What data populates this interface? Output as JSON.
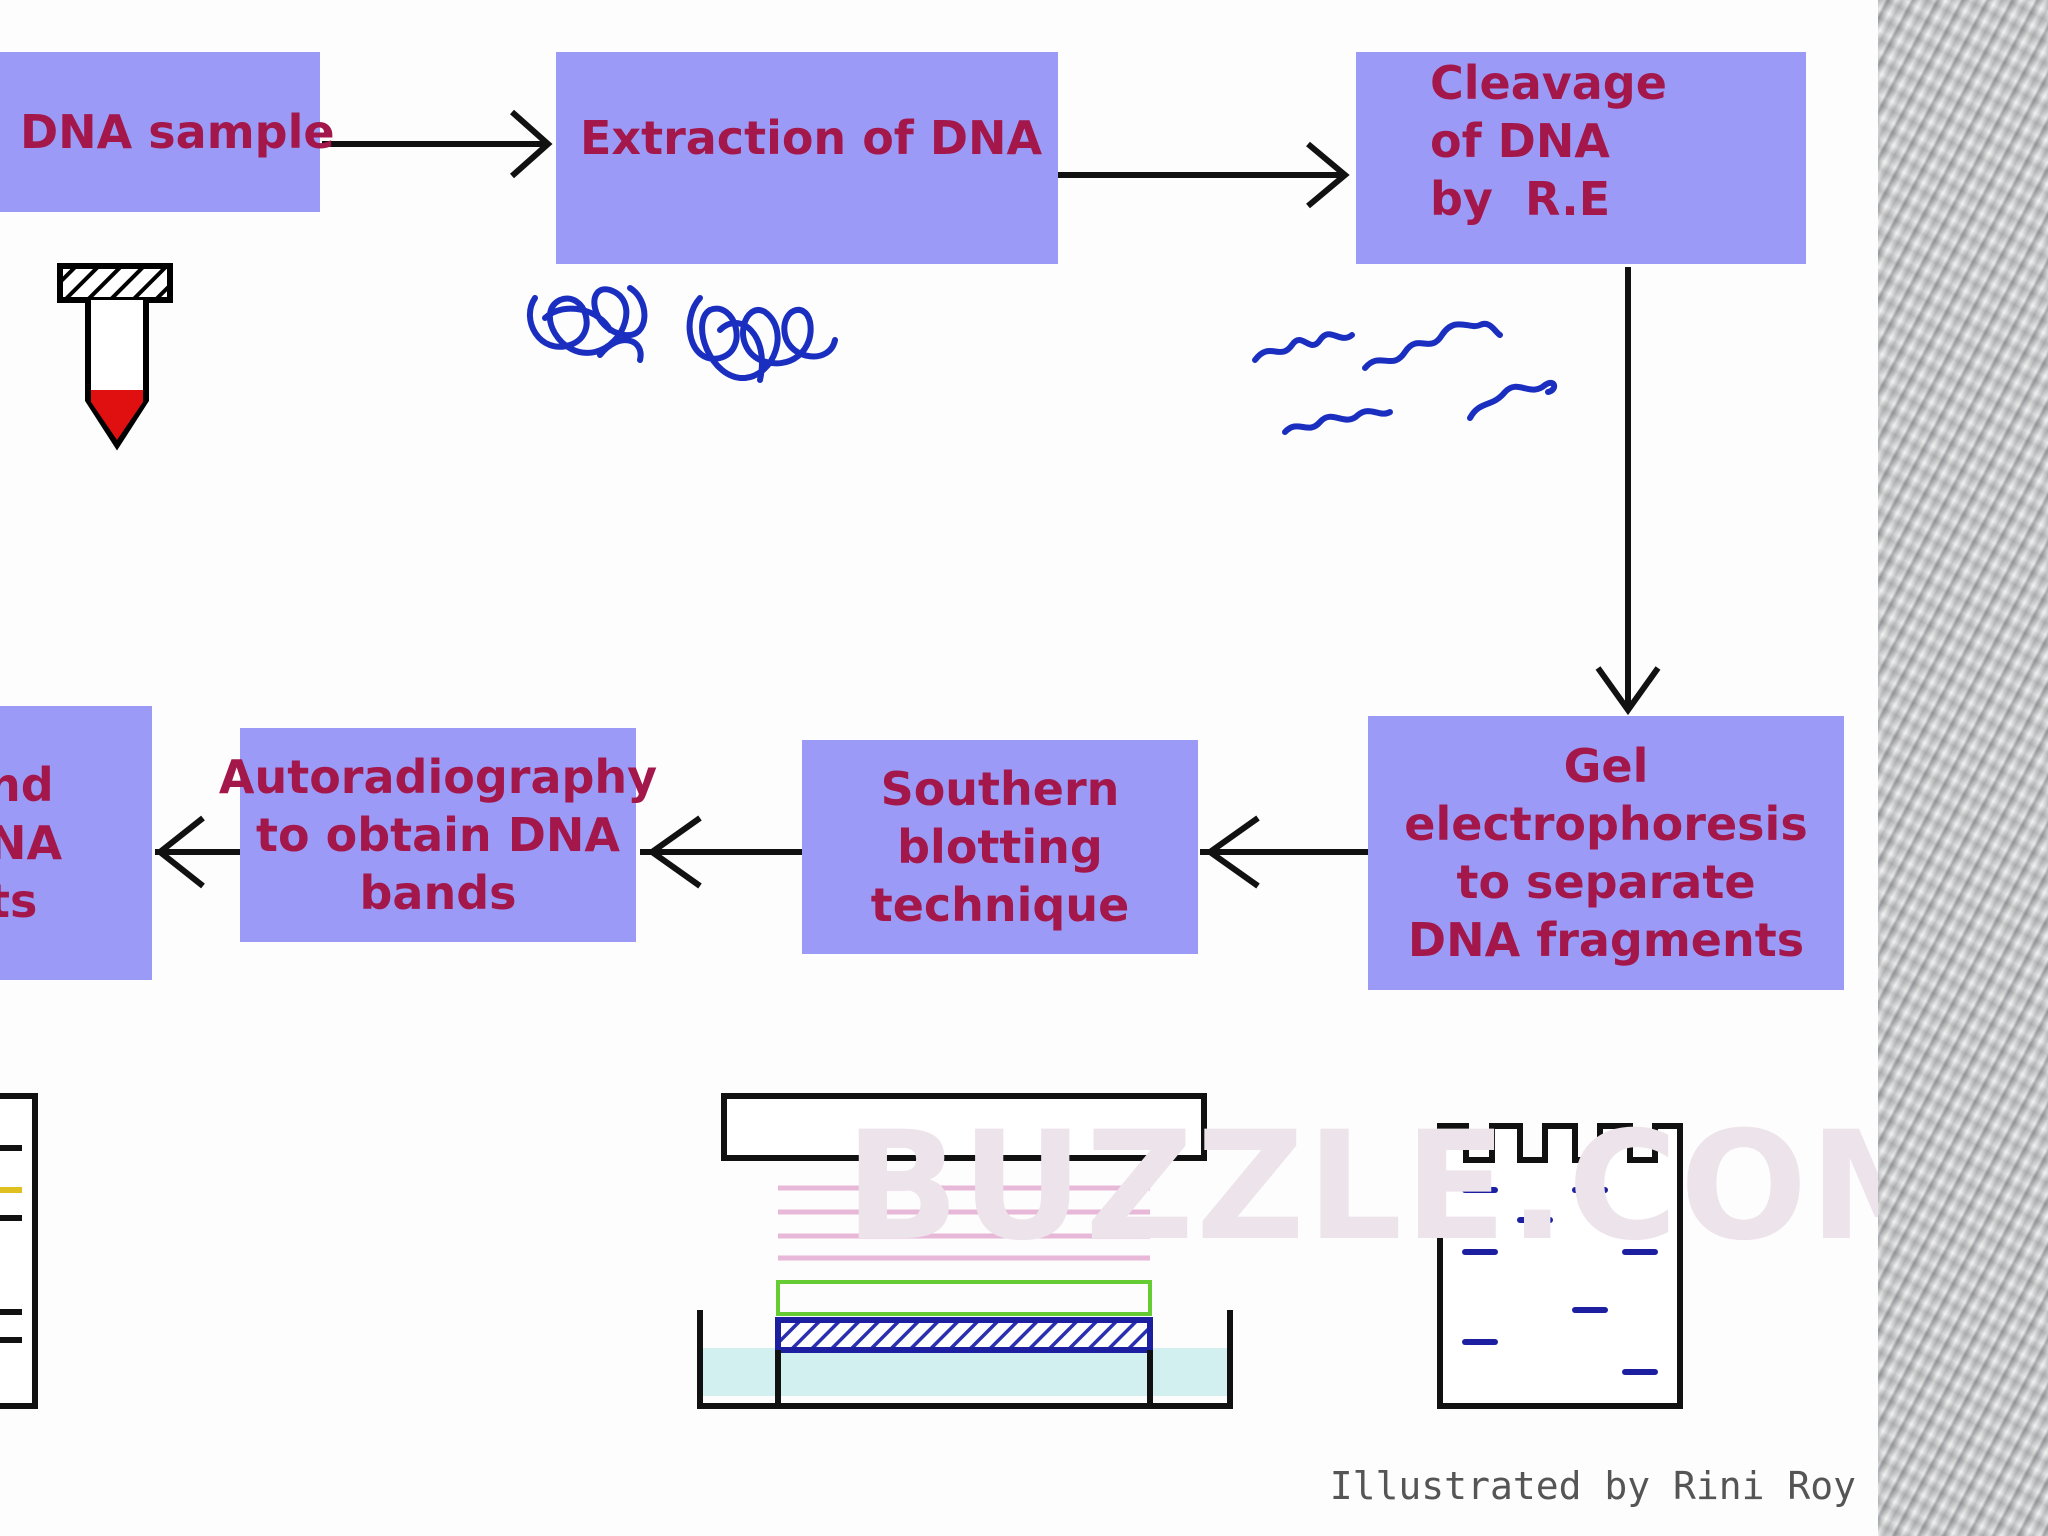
{
  "steps": {
    "dna_sample": "DNA sample",
    "extraction": "Extraction of DNA",
    "cleavage": "Cleavage\nof DNA\nby  R.E",
    "gel": "Gel\nelectrophoresis\nto separate\nDNA fragments",
    "southern": "Southern\nblotting\ntechnique",
    "autoradiography": "Autoradiography\nto obtain DNA\nbands",
    "partial_left": "nd\nNA\nts"
  },
  "watermark": "BUZZLE.COM",
  "credit": "Illustrated by Rini Roy",
  "colors": {
    "box_fill": "#9b9bf7",
    "box_text": "#a3174a",
    "dna_strand": "#1a2fc0",
    "arrow": "#111111",
    "sample_red": "#e01010"
  }
}
